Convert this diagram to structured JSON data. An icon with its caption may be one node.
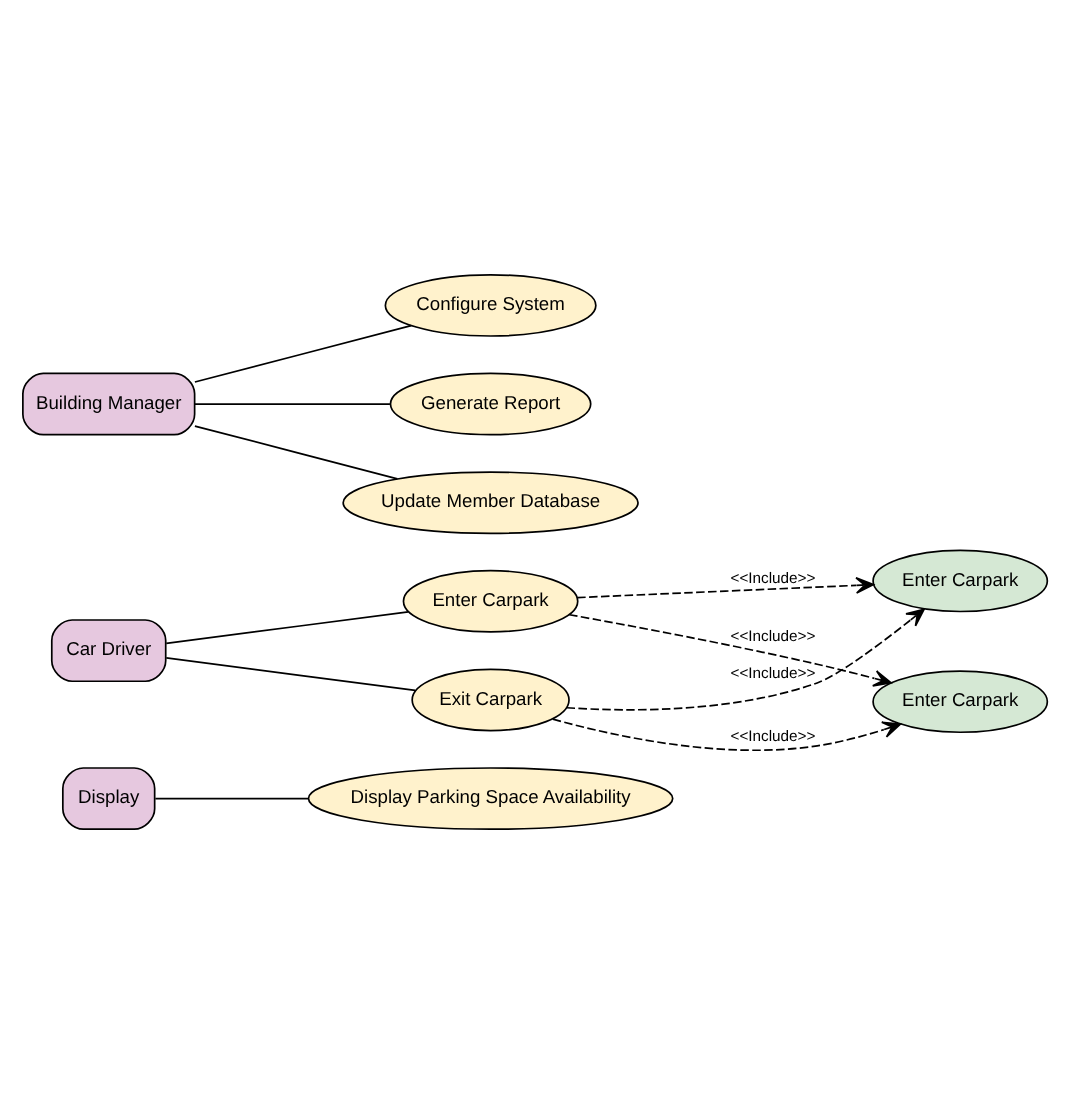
{
  "diagram": {
    "nodes": [
      {
        "text": [
          "Display"
        ]
      },
      {
        "text": [
          "Display Parking Space Availability"
        ]
      },
      {
        "text": [
          "Car Driver"
        ]
      },
      {
        "text": [
          "Enter Carpark"
        ]
      },
      {
        "text": [
          "Exit Carpark"
        ]
      },
      {
        "text": [
          "Enter Carpark"
        ]
      },
      {
        "text": [
          "Enter Carpark"
        ]
      },
      {
        "text": [
          "Building Manager"
        ]
      },
      {
        "text": [
          "Configure System"
        ]
      },
      {
        "text": [
          "Generate Report"
        ]
      },
      {
        "text": [
          "Update Member Database"
        ]
      }
    ],
    "edges": [
      {
        "from": 0,
        "to": 1,
        "arrow": "none"
      },
      {
        "from": 2,
        "to": 3,
        "arrow": "none"
      },
      {
        "from": 2,
        "to": 4,
        "arrow": "none"
      },
      {
        "from": 3,
        "to": 5,
        "arrow": "to",
        "label": "<<Include>>",
        "style": "dashed"
      },
      {
        "from": 3,
        "to": 6,
        "arrow": "to",
        "label": "<<Include>>",
        "style": "dashed"
      },
      {
        "from": 4,
        "to": 5,
        "arrow": "to",
        "label": "<<Include>>",
        "style": "dashed"
      },
      {
        "from": 4,
        "to": 6,
        "arrow": "to",
        "label": "<<Include>>",
        "style": "dashed"
      },
      {
        "from": 7,
        "to": 8,
        "arrow": "none"
      },
      {
        "from": 7,
        "to": 9,
        "arrow": "none"
      },
      {
        "from": 7,
        "to": 10,
        "arrow": "none"
      }
    ]
  }
}
